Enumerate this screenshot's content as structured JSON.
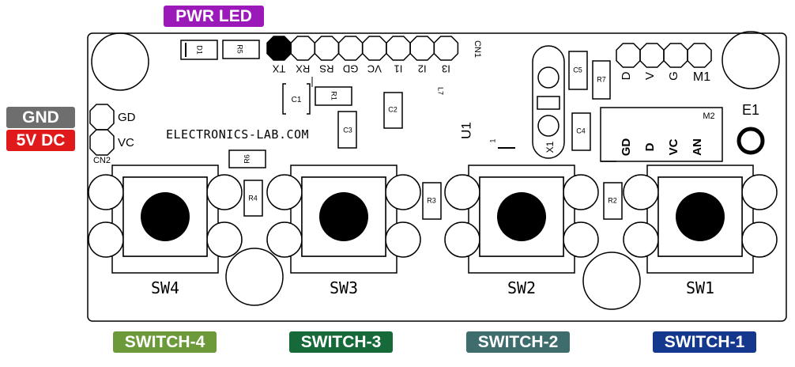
{
  "board": {
    "website": "ELECTRONICS-LAB.COM",
    "switch_labels": [
      "SW4",
      "SW3",
      "SW2",
      "SW1"
    ],
    "cn1": {
      "name": "CN1",
      "pins": [
        "TX",
        "RX",
        "RS",
        "GD",
        "VC",
        "I1",
        "I2",
        "I3"
      ]
    },
    "cn2": {
      "name": "CN2",
      "pins": [
        "GD",
        "VC"
      ]
    },
    "m1": {
      "name": "M1",
      "pins": [
        "D",
        "V",
        "G"
      ]
    },
    "m2": {
      "name": "M2",
      "pins": [
        "GD",
        "D",
        "VC",
        "AN"
      ]
    },
    "e1": "E1",
    "u1": "U1",
    "u1_pin": "1",
    "l7": "L7",
    "parts": {
      "d1": "D1",
      "r5": "R5",
      "r1": "R1",
      "r2": "R2",
      "r3": "R3",
      "r4": "R4",
      "r6": "R6",
      "r7": "R7",
      "c1": "C1",
      "c2": "C2",
      "c3": "C3",
      "c4": "C4",
      "c5": "C5",
      "x1": "X1"
    }
  },
  "callouts": {
    "pwr_led": {
      "text": "PWR LED",
      "color": "#9b19b8"
    },
    "gnd": {
      "text": "GND",
      "color": "#6e6e6e"
    },
    "vdc": {
      "text": "5V DC",
      "color": "#e01a1a"
    },
    "switch4": {
      "text": "SWITCH-4",
      "color": "#6c9a3a"
    },
    "switch3": {
      "text": "SWITCH-3",
      "color": "#166a39"
    },
    "switch2": {
      "text": "SWITCH-2",
      "color": "#3f6d6e"
    },
    "switch1": {
      "text": "SWITCH-1",
      "color": "#15388f"
    }
  }
}
